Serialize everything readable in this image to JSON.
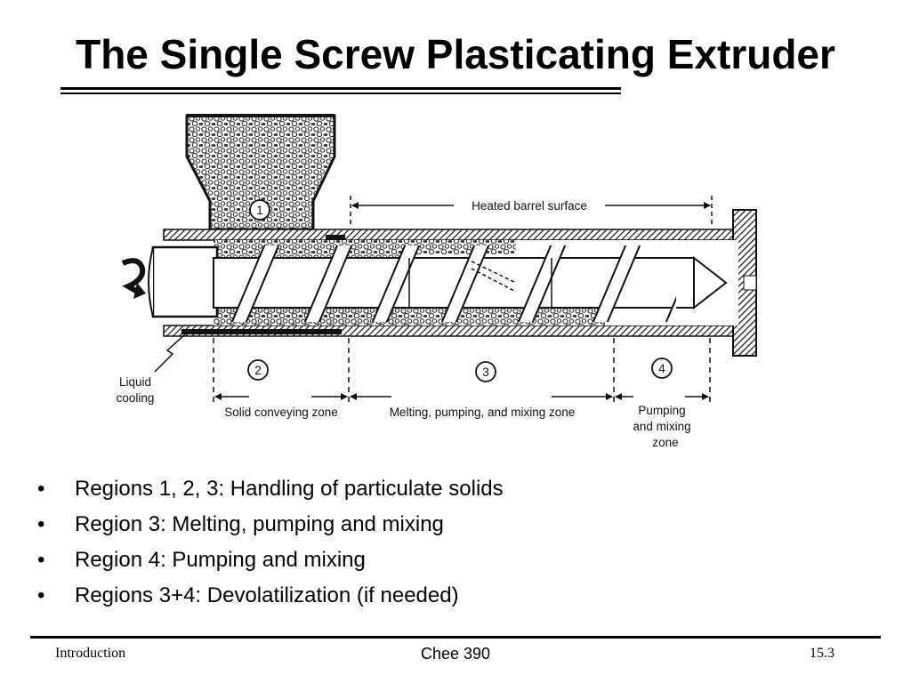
{
  "slide": {
    "title": "The Single Screw Plasticating Extruder"
  },
  "diagram": {
    "heated_barrel_label": "Heated barrel surface",
    "zone_numbers": [
      "1",
      "2",
      "3",
      "4"
    ],
    "liquid_cooling_lines": [
      "Liquid",
      "cooling"
    ],
    "zone_labels": {
      "solid_conveying": "Solid conveying zone",
      "melting": "Melting, pumping, and mixing zone",
      "pumping_lines": [
        "Pumping",
        "and mixing",
        "zone"
      ]
    }
  },
  "bullets": [
    "Regions 1, 2, 3: Handling of particulate solids",
    "Region 3: Melting, pumping and mixing",
    "Region 4: Pumping and mixing",
    "Regions 3+4: Devolatilization (if needed)"
  ],
  "bullet_glyph": "•",
  "footer": {
    "left": "Introduction",
    "center": "Chee 390",
    "right": "15.3"
  }
}
